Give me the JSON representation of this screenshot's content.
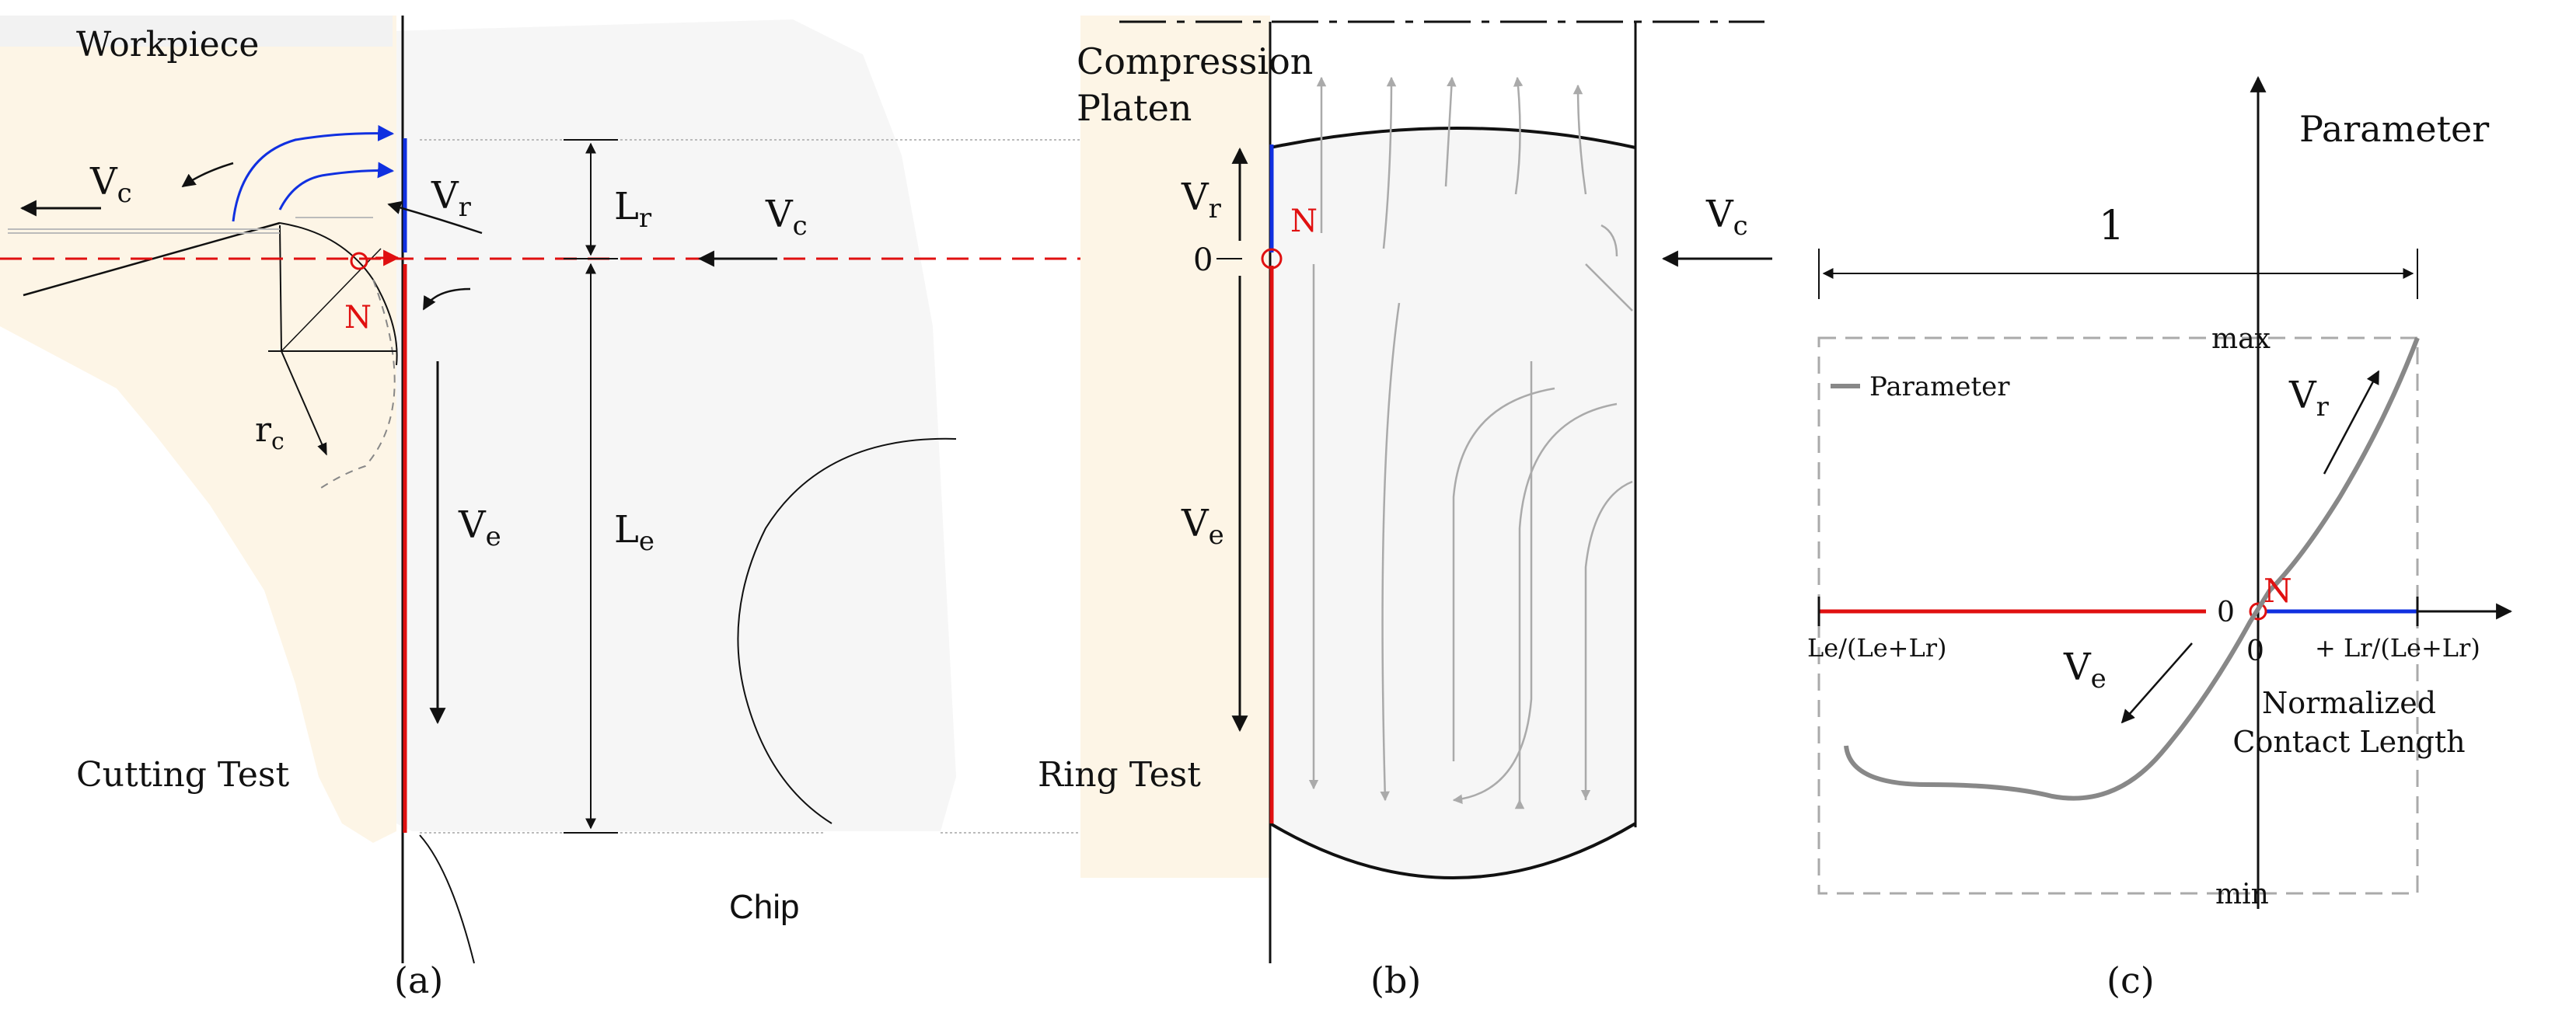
{
  "panel_a": {
    "workpiece": "Workpiece",
    "cutting_test": "Cutting Test",
    "chip": "Chip",
    "caption": "(a)",
    "vc": "V",
    "vc_sub": "c",
    "vr": "V",
    "vr_sub": "r",
    "ve": "V",
    "ve_sub": "e",
    "lr": "L",
    "lr_sub": "r",
    "le": "L",
    "le_sub": "e",
    "rc": "r",
    "rc_sub": "c",
    "n": "N",
    "vc2": "V",
    "vc2_sub": "c"
  },
  "panel_b": {
    "platen_line1": "Compression",
    "platen_line2": "Platen",
    "ring_test": "Ring Test",
    "caption": "(b)",
    "vr": "V",
    "vr_sub": "r",
    "ve": "V",
    "ve_sub": "e",
    "zero": "0",
    "n": "N",
    "vc": "V",
    "vc_sub": "c"
  },
  "panel_c": {
    "parameter_axis": "Parameter",
    "width_one": "1",
    "max": "max",
    "min": "min",
    "legend": "Parameter",
    "vr": "V",
    "vr_sub": "r",
    "ve": "V",
    "ve_sub": "e",
    "n": "N",
    "zero_left": "0",
    "zero_below": "0",
    "left_tick_label": "Le/(Le+Lr)",
    "right_tick_label": "+ Lr/(Le+Lr)",
    "xlabel_line1": "Normalized",
    "xlabel_line2": "Contact Length",
    "caption": "(c)"
  },
  "colors": {
    "red": "#e01010",
    "blue": "#1030e0",
    "workpiece_fill": "#fdf5e6",
    "chip_fill": "#f6f6f6",
    "grey_arrow": "#aaaaaa"
  }
}
